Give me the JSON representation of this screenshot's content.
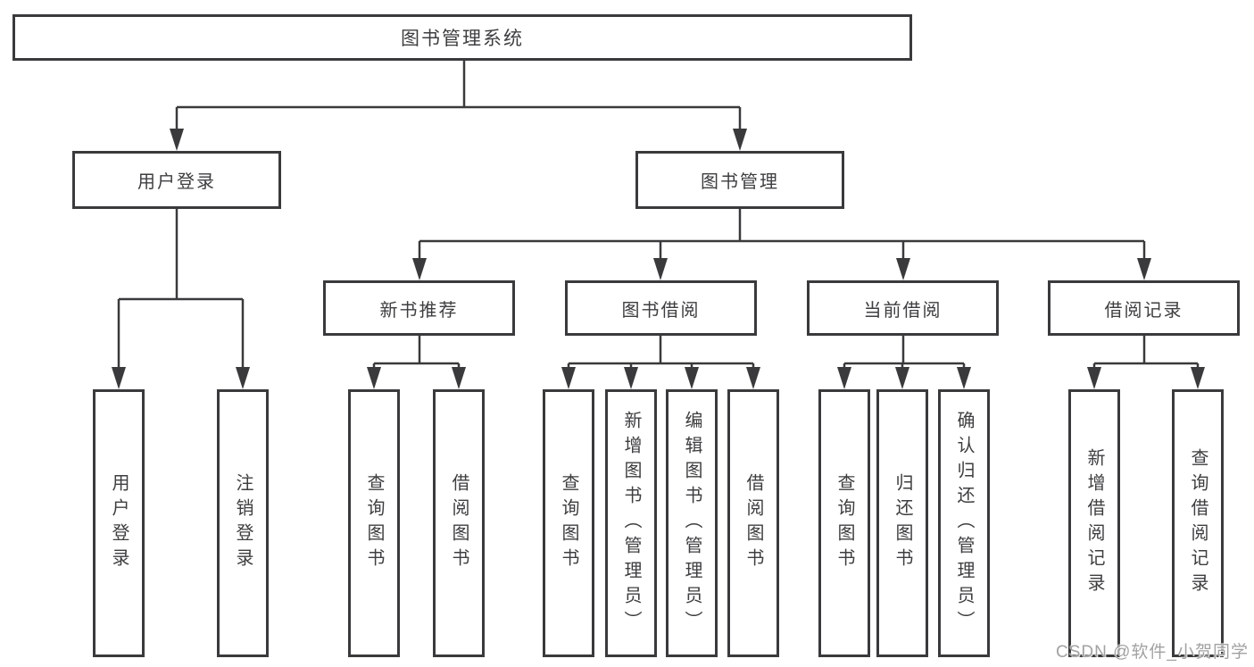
{
  "tree": {
    "label": "图书管理系统",
    "children": [
      {
        "label": "用户登录",
        "children": [
          {
            "label": "用户登录"
          },
          {
            "label": "注销登录"
          }
        ]
      },
      {
        "label": "图书管理",
        "children": [
          {
            "label": "新书推荐",
            "children": [
              {
                "label": "查询图书"
              },
              {
                "label": "借阅图书"
              }
            ]
          },
          {
            "label": "图书借阅",
            "children": [
              {
                "label": "查询图书"
              },
              {
                "label": "新增图书（管理员）"
              },
              {
                "label": "编辑图书（管理员）"
              },
              {
                "label": "借阅图书"
              }
            ]
          },
          {
            "label": "当前借阅",
            "children": [
              {
                "label": "查询图书"
              },
              {
                "label": "归还图书"
              },
              {
                "label": "确认归还（管理员）"
              }
            ]
          },
          {
            "label": "借阅记录",
            "children": [
              {
                "label": "新增借阅记录"
              },
              {
                "label": "查询借阅记录"
              }
            ]
          }
        ]
      }
    ]
  },
  "watermark": "CSDN @软件_小贺同学",
  "colors": {
    "line": "#3a3a3c",
    "text": "#3e3e40",
    "background": "#ffffff",
    "watermark": "#a2a2a2"
  }
}
